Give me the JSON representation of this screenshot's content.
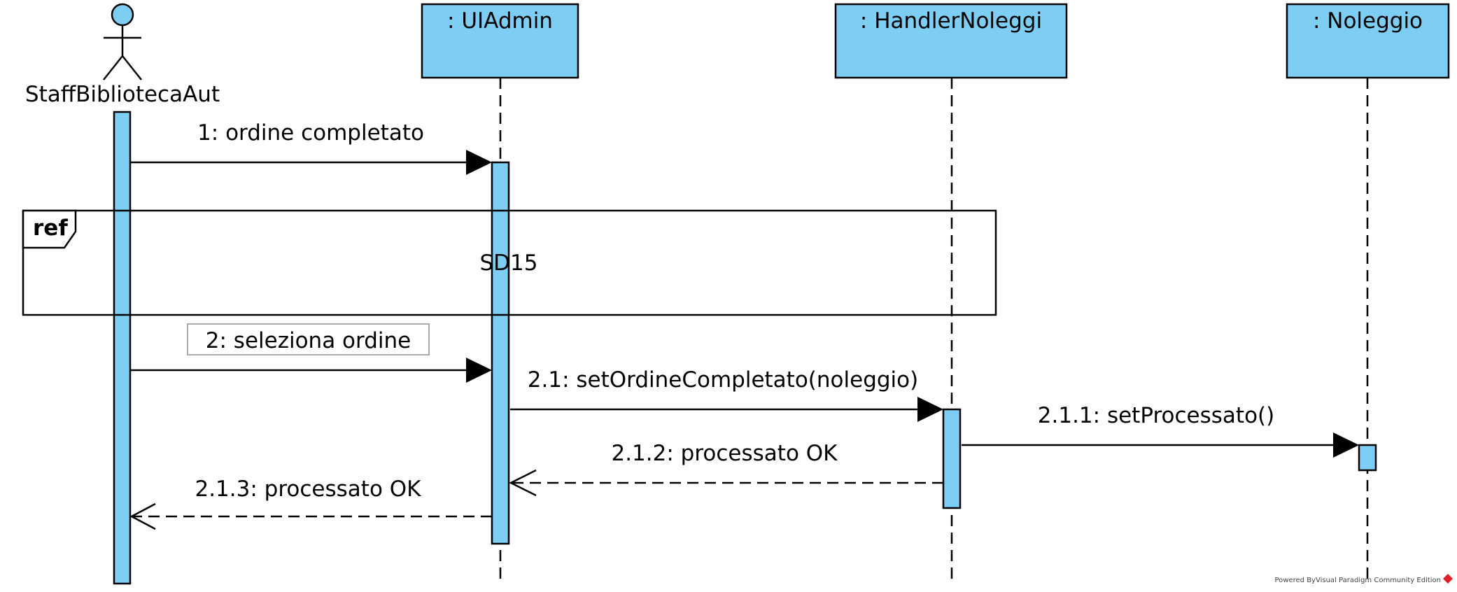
{
  "colors": {
    "fill": "#7ecef4",
    "stroke": "#000000",
    "label_box_border": "#aaaaaa",
    "watermark_logo": "#e0202a"
  },
  "actor": {
    "name": "StaffBibliotecaAut"
  },
  "participants": [
    {
      "id": "uiadmin",
      "label": ": UIAdmin"
    },
    {
      "id": "handler",
      "label": ": HandlerNoleggi"
    },
    {
      "id": "noleggio",
      "label": ": Noleggio"
    }
  ],
  "ref_fragment": {
    "keyword": "ref",
    "name": "SD15"
  },
  "messages": [
    {
      "id": "m1",
      "label": "1: ordine completato",
      "from": "actor",
      "to": "uiadmin",
      "kind": "sync"
    },
    {
      "id": "m2",
      "label": "2: seleziona ordine",
      "from": "actor",
      "to": "uiadmin",
      "kind": "sync"
    },
    {
      "id": "m21",
      "label": "2.1: setOrdineCompletato(noleggio)",
      "from": "uiadmin",
      "to": "handler",
      "kind": "sync"
    },
    {
      "id": "m211",
      "label": "2.1.1: setProcessato()",
      "from": "handler",
      "to": "noleggio",
      "kind": "sync"
    },
    {
      "id": "m212",
      "label": "2.1.2: processato OK",
      "from": "handler",
      "to": "uiadmin",
      "kind": "return"
    },
    {
      "id": "m213",
      "label": "2.1.3: processato OK",
      "from": "uiadmin",
      "to": "actor",
      "kind": "return"
    }
  ],
  "watermark": {
    "text": "Powered By⁠Visual Paradigm Community Edition"
  }
}
